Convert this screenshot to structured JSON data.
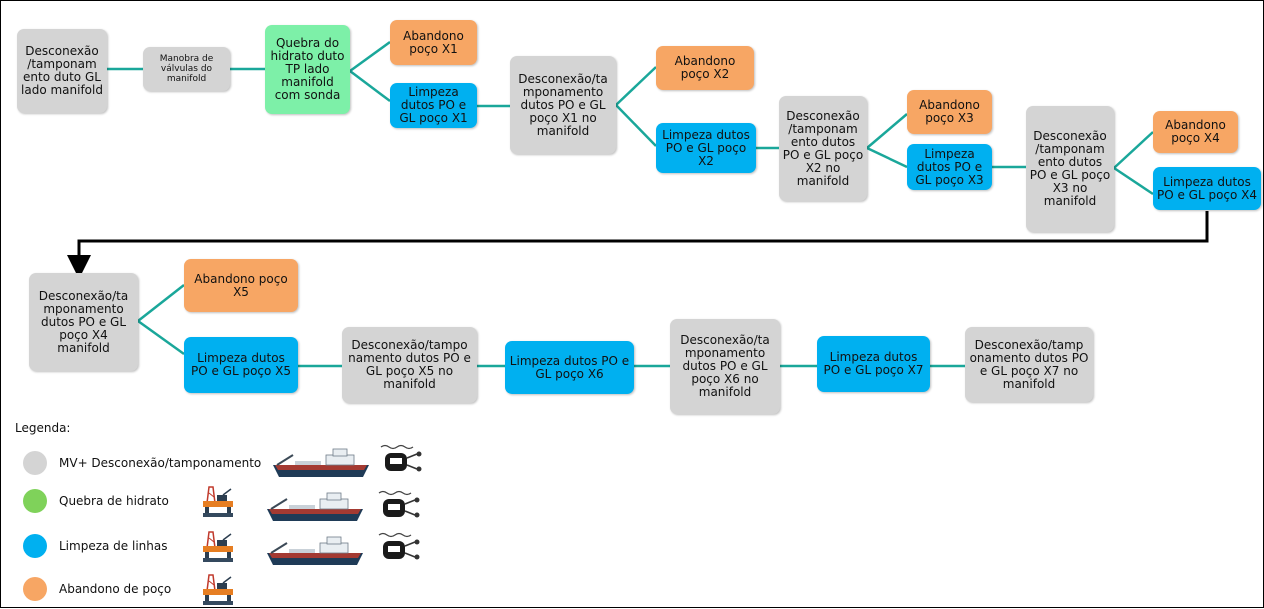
{
  "colors": {
    "gray": "#d4d4d4",
    "green": "#7df0a8",
    "blue": "#00b0f0",
    "orange": "#f7a664",
    "connector": "#1aa79a",
    "arrow": "#000000"
  },
  "nodes": {
    "n1": "Desconexão /tamponam ento duto GL lado manifold",
    "n2": "Manobra de válvulas do manifold",
    "n3": "Quebra do hidrato duto TP lado manifold com sonda",
    "n4": "Abandono poço X1",
    "n5": "Limpeza dutos PO e GL poço X1",
    "n6": "Desconexão/ta mponamento dutos PO e GL poço X1 no manifold",
    "n7": "Abandono poço X2",
    "n8": "Limpeza dutos PO e GL poço X2",
    "n9": "Desconexão /tamponam ento dutos PO e GL poço X2 no manifold",
    "n10": "Abandono poço X3",
    "n11": "Limpeza dutos PO e GL poço X3",
    "n12": "Desconexão /tamponam ento dutos PO e GL poço X3 no manifold",
    "n13": "Abandono poço X4",
    "n14": "Limpeza dutos PO e GL poço X4",
    "n15": "Desconexão/ta mponamento dutos PO e GL poço X4 manifold",
    "n16": "Abandono poço X5",
    "n17": "Limpeza dutos PO e GL poço X5",
    "n18": "Desconexão/tampo namento dutos PO e GL poço X5 no manifold",
    "n19": "Limpeza dutos PO e GL poço X6",
    "n20": "Desconexão/ta mponamento dutos PO e GL poço X6 no manifold",
    "n21": "Limpeza dutos PO e GL poço X7",
    "n22": "Desconexão/tamp onamento dutos PO e GL poço X7 no manifold"
  },
  "legend": {
    "title": "Legenda:",
    "items": [
      {
        "label": "MV+ Desconexão/tamponamento",
        "color": "#d4d4d4",
        "icons": [
          "vessel-icon",
          "subsea-equipment-icon"
        ]
      },
      {
        "label": "Quebra de hidrato",
        "color": "#7df0a8",
        "icons": [
          "drilling-rig-icon",
          "vessel-icon",
          "subsea-equipment-icon"
        ]
      },
      {
        "label": "Limpeza de linhas",
        "color": "#00b0f0",
        "icons": [
          "drilling-rig-icon",
          "vessel-icon",
          "subsea-equipment-icon"
        ]
      },
      {
        "label": "Abandono de poço",
        "color": "#f7a664",
        "icons": [
          "drilling-rig-icon"
        ]
      }
    ]
  }
}
